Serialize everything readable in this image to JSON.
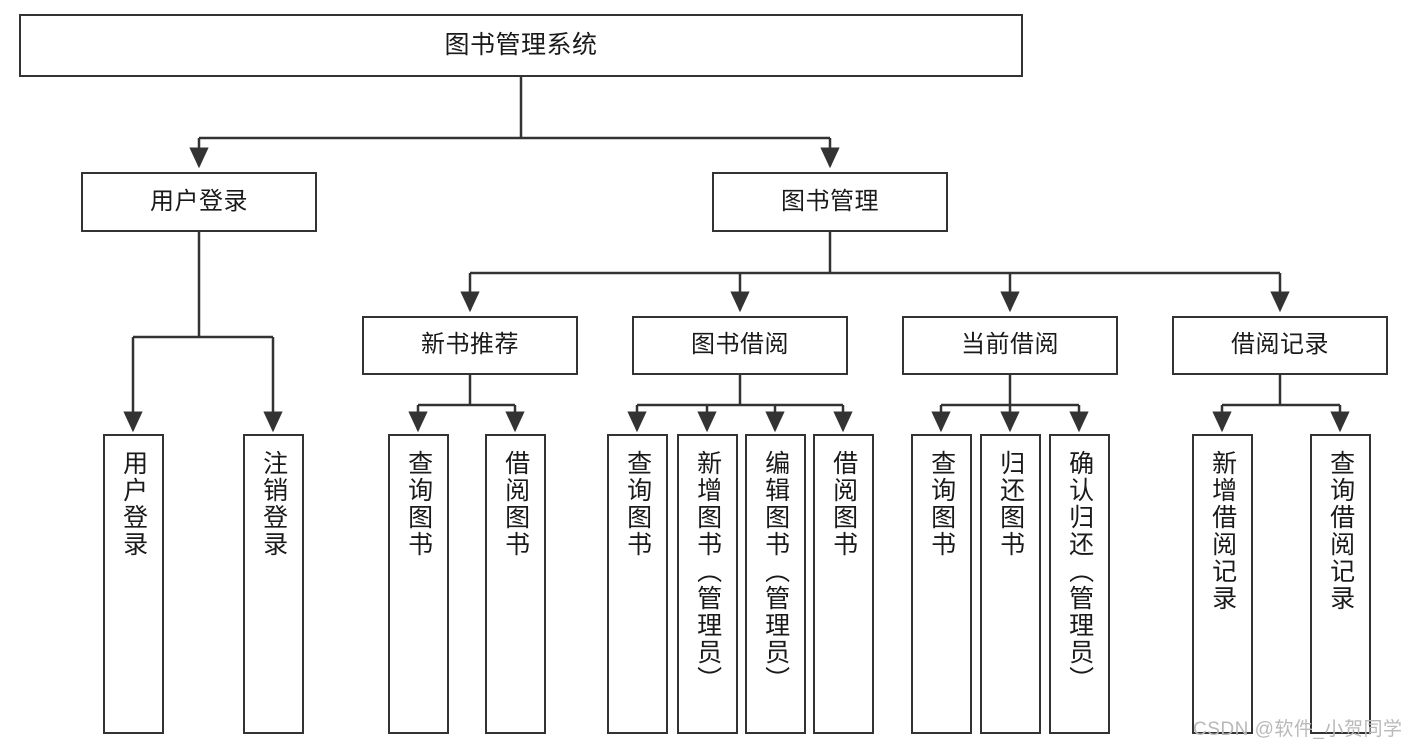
{
  "diagram": {
    "title": "图书管理系统",
    "type": "hierarchy-tree",
    "root": {
      "label": "图书管理系统"
    },
    "level1": [
      {
        "label": "用户登录"
      },
      {
        "label": "图书管理"
      }
    ],
    "level2": [
      {
        "label": "新书推荐"
      },
      {
        "label": "图书借阅"
      },
      {
        "label": "当前借阅"
      },
      {
        "label": "借阅记录"
      }
    ],
    "leaves": {
      "user_login": [
        {
          "label": "用户登录"
        },
        {
          "label": "注销登录"
        }
      ],
      "new_book_recommend": [
        {
          "label": "查询图书"
        },
        {
          "label": "借阅图书"
        }
      ],
      "book_borrow": [
        {
          "label": "查询图书"
        },
        {
          "label": "新增图书（管理员）"
        },
        {
          "label": "编辑图书（管理员）"
        },
        {
          "label": "借阅图书"
        }
      ],
      "current_borrow": [
        {
          "label": "查询图书"
        },
        {
          "label": "归还图书"
        },
        {
          "label": "确认归还（管理员）"
        }
      ],
      "borrow_record": [
        {
          "label": "新增借阅记录"
        },
        {
          "label": "查询借阅记录"
        }
      ]
    }
  },
  "watermark": {
    "text": "CSDN @软件_小贺同学"
  },
  "colors": {
    "stroke": "#333333",
    "fill": "#ffffff",
    "text": "#1a1a1a",
    "watermark": "#b9b9b9"
  }
}
